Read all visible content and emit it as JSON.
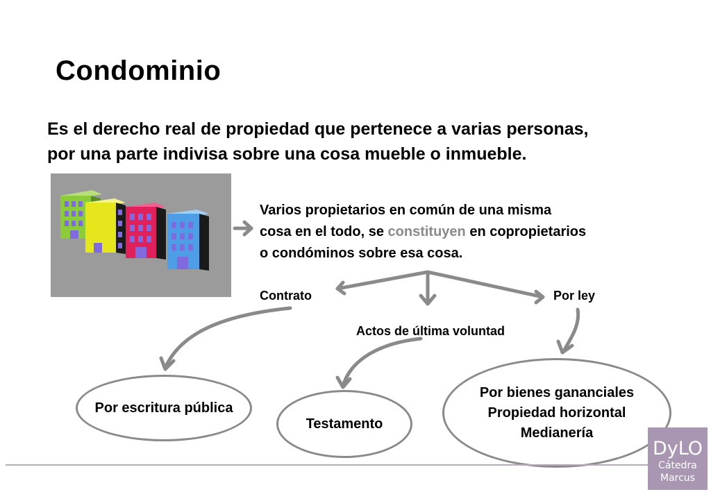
{
  "title": "Condominio",
  "definition": {
    "line1": "Es el derecho real de propiedad que pertenece a varias personas,",
    "line2": "por una parte indivisa sobre una cosa mueble o inmueble."
  },
  "description": {
    "line1": "Varios propietarios en común de una misma",
    "line2_before": "cosa en el todo, se ",
    "line2_highlight": "constituyen",
    "line2_after": " en copropietarios",
    "line3": "o condóminos sobre esa cosa."
  },
  "branches": {
    "contrato": "Contrato",
    "por_ley": "Por ley",
    "actos": "Actos de última voluntad"
  },
  "results": {
    "escritura": "Por escritura pública",
    "testamento": "Testamento",
    "ley_items": [
      "Por bienes gananciales",
      "Propiedad horizontal",
      "Medianería"
    ]
  },
  "logo": {
    "line1": "DyLO",
    "line2": "Cátedra",
    "line3": "Marcus"
  },
  "colors": {
    "arrow": "#8a8a8a",
    "highlight": "#8a8a8a",
    "logo_bg": "#a996b3",
    "image_bg": "#9b9b9b"
  }
}
